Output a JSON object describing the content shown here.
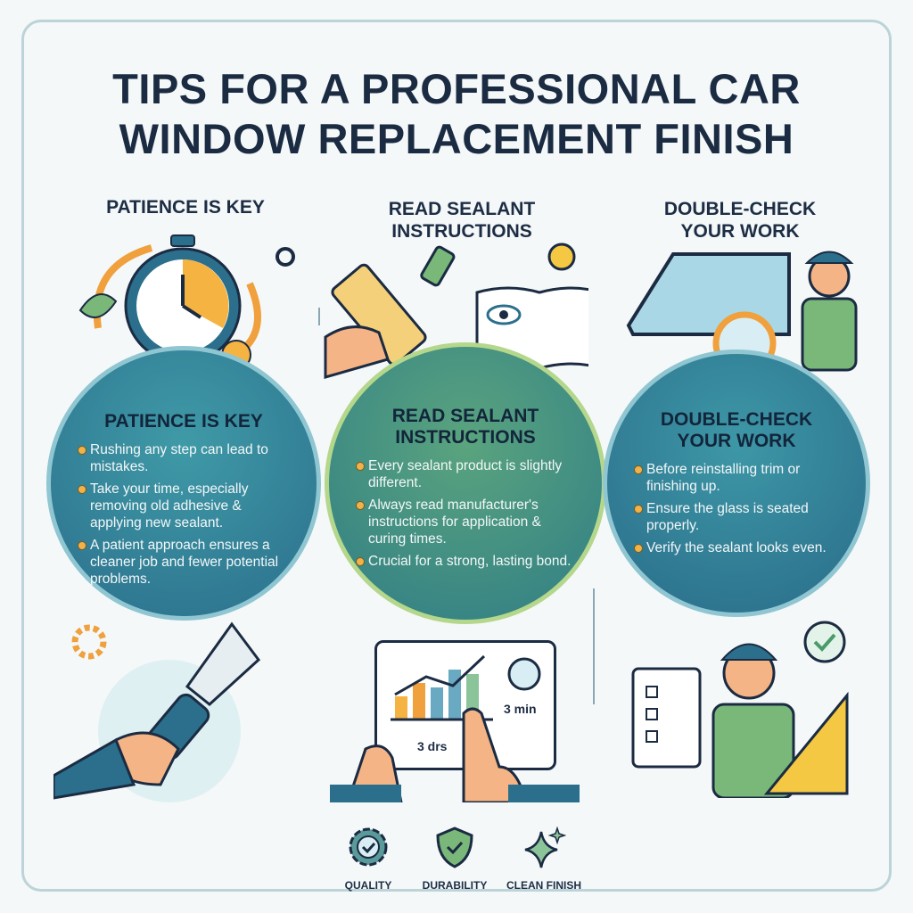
{
  "title": {
    "line1": "TIPS FOR A PROFESSIONAL CAR",
    "line2": "WINDOW REPLACEMENT FINISH"
  },
  "columns": [
    {
      "header": "PATIENCE IS KEY",
      "circle_title": "PATIENCE IS KEY",
      "bullets": [
        "Rushing any step can lead to mistakes.",
        "Take your time, especially removing old adhesive & applying new sealant.",
        "A patient approach ensures a cleaner job and fewer potential problems."
      ],
      "icons": [
        "stopwatch-icon",
        "gear-icon",
        "leaf-icon",
        "scraper-tool-icon"
      ]
    },
    {
      "header_line1": "READ SEALANT",
      "header_line2": "INSTRUCTIONS",
      "circle_title_line1": "READ SEALANT",
      "circle_title_line2": "INSTRUCTIONS",
      "bullets": [
        "Every sealant product is slightly different.",
        "Always read manufacturer's instructions for application & curing times.",
        "Crucial for a strong, lasting bond."
      ],
      "icons": [
        "sealant-tube-icon",
        "open-book-icon",
        "lightbulb-icon",
        "tablet-chart-icon"
      ],
      "tablet": {
        "label_a": "3 min",
        "label_b": "3 drs"
      }
    },
    {
      "header_line1": "DOUBLE-CHECK",
      "header_line2": "YOUR WORK",
      "circle_title_line1": "DOUBLE-CHECK",
      "circle_title_line2": "YOUR WORK",
      "bullets": [
        "Before reinstalling trim or finishing up.",
        "Ensure the glass is seated properly.",
        "Verify the sealant looks even."
      ],
      "icons": [
        "car-window-icon",
        "magnifier-icon",
        "worker-icon",
        "clipboard-checklist-icon",
        "checkmark-bubble-icon"
      ]
    }
  ],
  "footer": [
    {
      "icon": "gear-check-icon",
      "label": "QUALITY"
    },
    {
      "icon": "shield-check-icon",
      "label": "DURABILITY"
    },
    {
      "icon": "sparkle-icon",
      "label": "CLEAN FINISH"
    }
  ],
  "colors": {
    "navy": "#1b2b42",
    "teal": "#2b6f8c",
    "green": "#5aa47e",
    "orange": "#f0a03c"
  }
}
